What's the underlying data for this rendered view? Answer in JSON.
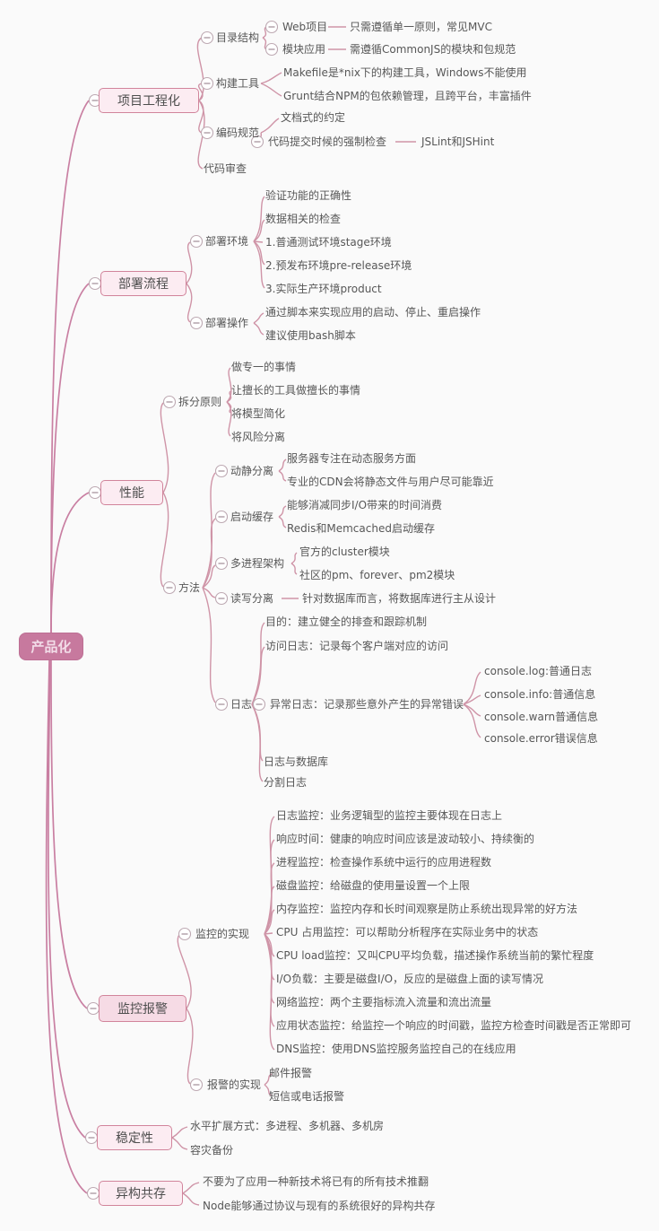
{
  "colors": {
    "background": "#fafafa",
    "root_fill": "#c7799e",
    "branch_border": "#d1849b",
    "branch_fill": "#fcecf2",
    "connector": "#cf94a7",
    "text": "#575757"
  },
  "icons": {
    "collapse": "minus-in-circle"
  },
  "map": {
    "root": {
      "label": "产品化"
    },
    "branches": [
      {
        "label": "项目工程化",
        "children": [
          {
            "label": "目录结构",
            "children": [
              {
                "label": "Web项目",
                "children": [
                  {
                    "label": "只需遵循单一原则，常见MVC"
                  }
                ]
              },
              {
                "label": "模块应用",
                "children": [
                  {
                    "label": "需遵循CommonJS的模块和包规范"
                  }
                ]
              }
            ]
          },
          {
            "label": "构建工具",
            "children": [
              {
                "label": "Makefile是*nix下的构建工具，Windows不能使用"
              },
              {
                "label": "Grunt结合NPM的包依赖管理，且跨平台，丰富插件"
              }
            ]
          },
          {
            "label": "编码规范",
            "children": [
              {
                "label": "文档式的约定"
              },
              {
                "label": "代码提交时候的强制检查",
                "children": [
                  {
                    "label": "JSLint和JSHint"
                  }
                ]
              }
            ]
          },
          {
            "label": "代码审查"
          }
        ]
      },
      {
        "label": "部署流程",
        "children": [
          {
            "label": "部署环境",
            "children": [
              {
                "label": "验证功能的正确性"
              },
              {
                "label": "数据相关的检查"
              },
              {
                "label": "1.普通测试环境stage环境"
              },
              {
                "label": "2.预发布环境pre-release环境"
              },
              {
                "label": "3.实际生产环境product"
              }
            ]
          },
          {
            "label": "部署操作",
            "children": [
              {
                "label": "通过脚本来实现应用的启动、停止、重启操作"
              },
              {
                "label": "建议使用bash脚本"
              }
            ]
          }
        ]
      },
      {
        "label": "性能",
        "children": [
          {
            "label": "拆分原则",
            "children": [
              {
                "label": "做专一的事情"
              },
              {
                "label": "让擅长的工具做擅长的事情"
              },
              {
                "label": "将模型简化"
              },
              {
                "label": "将风险分离"
              }
            ]
          },
          {
            "label": "方法",
            "children": [
              {
                "label": "动静分离",
                "children": [
                  {
                    "label": "服务器专注在动态服务方面"
                  },
                  {
                    "label": "专业的CDN会将静态文件与用户尽可能靠近"
                  }
                ]
              },
              {
                "label": "启动缓存",
                "children": [
                  {
                    "label": "能够消减同步I/O带来的时间消费"
                  },
                  {
                    "label": "Redis和Memcached启动缓存"
                  }
                ]
              },
              {
                "label": "多进程架构",
                "children": [
                  {
                    "label": "官方的cluster模块"
                  },
                  {
                    "label": "社区的pm、forever、pm2模块"
                  }
                ]
              },
              {
                "label": "读写分离",
                "children": [
                  {
                    "label": "针对数据库而言，将数据库进行主从设计"
                  }
                ]
              },
              {
                "label": "日志",
                "children": [
                  {
                    "label": "目的：建立健全的排查和跟踪机制"
                  },
                  {
                    "label": "访问日志：记录每个客户端对应的访问"
                  },
                  {
                    "label": "异常日志：记录那些意外产生的异常错误",
                    "children": [
                      {
                        "label": "console.log:普通日志"
                      },
                      {
                        "label": "console.info:普通信息"
                      },
                      {
                        "label": "console.warn普通信息"
                      },
                      {
                        "label": "console.error错误信息"
                      }
                    ]
                  },
                  {
                    "label": "日志与数据库"
                  },
                  {
                    "label": "分割日志"
                  }
                ]
              }
            ]
          }
        ]
      },
      {
        "label": "监控报警",
        "children": [
          {
            "label": "监控的实现",
            "children": [
              {
                "label": "日志监控：业务逻辑型的监控主要体现在日志上"
              },
              {
                "label": "响应时间：健康的响应时间应该是波动较小、持续衡的"
              },
              {
                "label": "进程监控：检查操作系统中运行的应用进程数"
              },
              {
                "label": "磁盘监控：给磁盘的使用量设置一个上限"
              },
              {
                "label": "内存监控：监控内存和长时间观察是防止系统出现异常的好方法"
              },
              {
                "label": "CPU 占用监控：可以帮助分析程序在实际业务中的状态"
              },
              {
                "label": "CPU load监控：又叫CPU平均负载，描述操作系统当前的繁忙程度"
              },
              {
                "label": "I/O负载：主要是磁盘I/O，反应的是磁盘上面的读写情况"
              },
              {
                "label": "网络监控：两个主要指标流入流量和流出流量"
              },
              {
                "label": "应用状态监控：给监控一个响应的时间戳，监控方检查时间戳是否正常即可"
              },
              {
                "label": "DNS监控：使用DNS监控服务监控自己的在线应用"
              }
            ]
          },
          {
            "label": "报警的实现",
            "children": [
              {
                "label": "邮件报警"
              },
              {
                "label": "短信或电话报警"
              }
            ]
          }
        ]
      },
      {
        "label": "稳定性",
        "children": [
          {
            "label": "水平扩展方式：多进程、多机器、多机房"
          },
          {
            "label": "容灾备份"
          }
        ]
      },
      {
        "label": "异构共存",
        "children": [
          {
            "label": "不要为了应用一种新技术将已有的所有技术推翻"
          },
          {
            "label": "Node能够通过协议与现有的系统很好的异构共存"
          }
        ]
      }
    ]
  }
}
